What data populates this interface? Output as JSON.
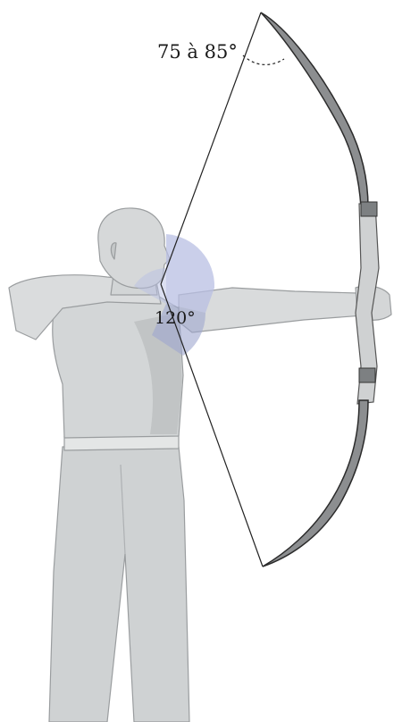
{
  "annotations": {
    "string_angle": "75 à 85°",
    "arm_angle": "120°"
  },
  "colors": {
    "skin": "#d7d9d9",
    "skin_shadow": "#c3c6c7",
    "highlight": "#b8bfe3",
    "highlight_dark": "#9fa6cf",
    "bow_wood": "#8c8e90",
    "bow_edge": "#2b2b2b",
    "line": "#222222"
  },
  "icons": [
    "archer-figure",
    "recurve-bow",
    "bowstring",
    "angle-arc"
  ]
}
